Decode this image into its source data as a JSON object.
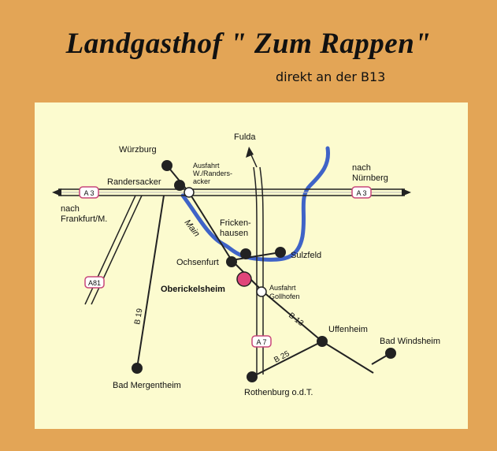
{
  "header": {
    "title": "Landgasthof \" Zum Rappen\"",
    "subtitle": "direkt an der B13"
  },
  "map": {
    "places": {
      "wuerzburg": "Würzburg",
      "randersacker": "Randersacker",
      "ausfahrt_randersacker": [
        "Ausfahrt",
        "W./Randers-",
        "acker"
      ],
      "fulda": "Fulda",
      "nuernberg": [
        "nach",
        "Nürnberg"
      ],
      "frankfurt": [
        "nach",
        "Frankfurt/M."
      ],
      "frickenhausen": [
        "Fricken-",
        "hausen"
      ],
      "sulzfeld": "Sulzfeld",
      "ochsenfurt": "Ochsenfurt",
      "oberickelsheim": "Oberickelsheim",
      "ausfahrt_gollhofen": [
        "Ausfahrt",
        "Gollhofen"
      ],
      "uffenheim": "Uffenheim",
      "bad_windsheim": "Bad Windsheim",
      "rothenburg": "Rothenburg o.d.T.",
      "bad_mergentheim": "Bad Mergentheim"
    },
    "road_labels": {
      "a3_left": "A 3",
      "a3_right": "A 3",
      "a81": "A81",
      "a7": "A 7",
      "b19": "B 19",
      "b13": "B 13",
      "b25": "B 25"
    },
    "river": "Main",
    "colors": {
      "background": "#e3a556",
      "map_background": "#fcfbcf",
      "river": "#3f63c7",
      "destination_marker": "#e0457a",
      "autobahn_shield": "#c8467a"
    }
  }
}
